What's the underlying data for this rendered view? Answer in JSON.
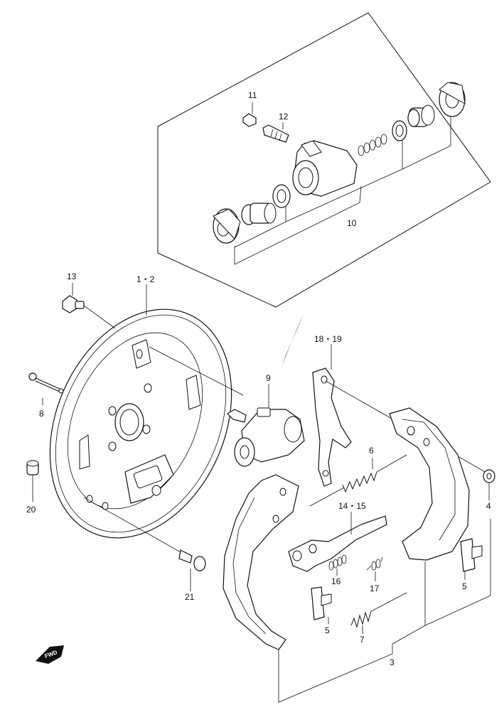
{
  "labels": {
    "p1_2": "1・2",
    "p3": "3",
    "p4": "4",
    "p5a": "5",
    "p5b": "5",
    "p6": "6",
    "p7": "7",
    "p8": "8",
    "p9": "9",
    "p10": "10",
    "p11": "11",
    "p12": "12",
    "p13": "13",
    "p14_15": "14・15",
    "p16": "16",
    "p17": "17",
    "p18_19": "18・19",
    "p20": "20",
    "p21": "21"
  },
  "fwd_badge": "FWD"
}
